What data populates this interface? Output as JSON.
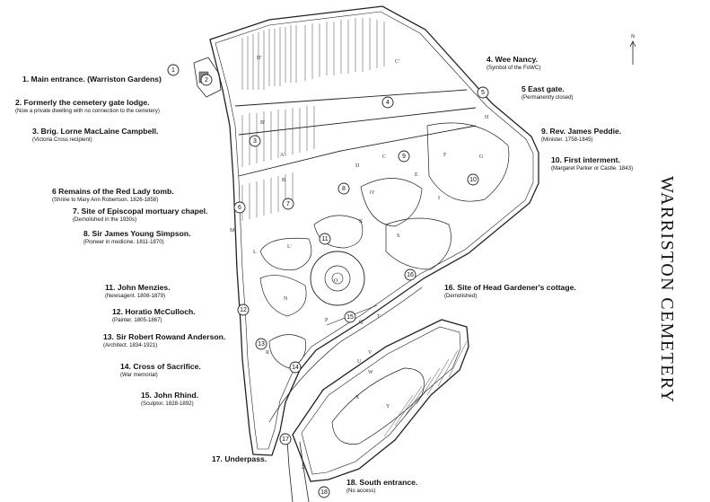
{
  "title": "WARRISTON CEMETERY",
  "legend": [
    {
      "num": "1",
      "title": "1. Main entrance. (Warriston Gardens)",
      "sub": ""
    },
    {
      "num": "2",
      "title": "2. Formerly the cemetery gate lodge.",
      "sub": "(Now a private dwelling with no connection to the cemetery)"
    },
    {
      "num": "3",
      "title": "3. Brig. Lorne MacLaine Campbell.",
      "sub": "(Victoria Cross recipient)"
    },
    {
      "num": "4",
      "title": "4. Wee Nancy.",
      "sub": "(Symbol of the FoWC)"
    },
    {
      "num": "5",
      "title": "5 East gate.",
      "sub": "(Permanently closed)"
    },
    {
      "num": "6",
      "title": "6 Remains of the Red Lady tomb.",
      "sub": "(Shrine to Mary Ann Robertson. 1826-1858)"
    },
    {
      "num": "7",
      "title": "7. Site of Episcopal mortuary chapel.",
      "sub": "(Demolished in the 1930s)"
    },
    {
      "num": "8",
      "title": "8. Sir James Young Simpson.",
      "sub": "(Pioneer in medicine. 1811-1870)"
    },
    {
      "num": "9",
      "title": "9. Rev. James Peddie.",
      "sub": "(Minister. 1758-1845)"
    },
    {
      "num": "10",
      "title": "10. First interment.",
      "sub": "(Margaret Parker or Castle. 1843)"
    },
    {
      "num": "11",
      "title": "11. John Menzies.",
      "sub": "(Newsagent. 1808-1879)"
    },
    {
      "num": "12",
      "title": "12. Horatio McCulloch.",
      "sub": "(Painter. 1805-1867)"
    },
    {
      "num": "13",
      "title": "13. Sir Robert Rowand Anderson.",
      "sub": "(Architect. 1834-1921)"
    },
    {
      "num": "14",
      "title": "14. Cross of Sacrifice.",
      "sub": "(War memorial)"
    },
    {
      "num": "15",
      "title": "15. John Rhind.",
      "sub": "(Sculptor. 1828-1892)"
    },
    {
      "num": "16",
      "title": "16. Site of Head Gardener's cottage.",
      "sub": "(Demolished)"
    },
    {
      "num": "17",
      "title": "17. Underpass.",
      "sub": ""
    },
    {
      "num": "18",
      "title": "18. South entrance.",
      "sub": "(No access)"
    }
  ],
  "section_letters": [
    "D'",
    "C'",
    "B'",
    "A'",
    "B",
    "C",
    "D",
    "E",
    "F",
    "G",
    "H",
    "I",
    "K",
    "L",
    "L'",
    "M",
    "N",
    "O",
    "O'",
    "P",
    "Q",
    "R",
    "S",
    "T",
    "U",
    "V",
    "W",
    "X",
    "Y",
    "Z"
  ],
  "north_label": "N"
}
